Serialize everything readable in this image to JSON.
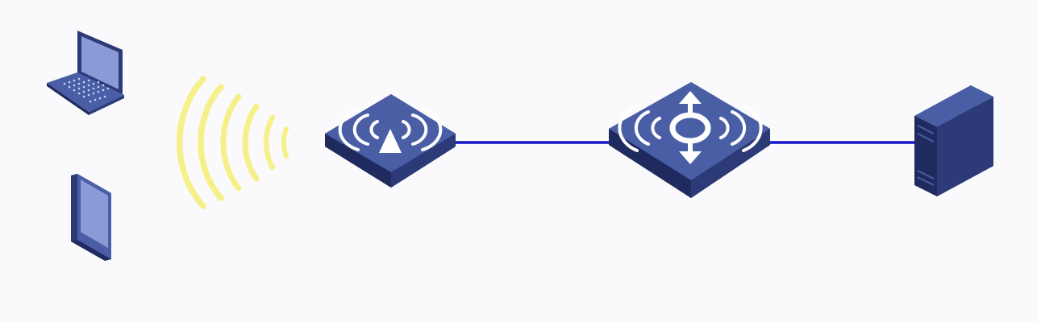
{
  "diagram": {
    "nodes": [
      {
        "id": "laptop",
        "icon": "laptop-icon"
      },
      {
        "id": "tablet",
        "icon": "tablet-icon"
      },
      {
        "id": "access-point",
        "icon": "wireless-access-point-icon"
      },
      {
        "id": "access-controller",
        "icon": "wireless-controller-icon"
      },
      {
        "id": "server",
        "icon": "server-icon"
      }
    ],
    "links": [
      {
        "from": "access-point",
        "to": "access-controller",
        "type": "wired"
      },
      {
        "from": "access-controller",
        "to": "server",
        "type": "wired"
      }
    ],
    "wireless_link": {
      "from": "access-point",
      "to": [
        "laptop",
        "tablet"
      ]
    },
    "colors": {
      "device_top": "#4a5ea6",
      "device_side": "#2c3a78",
      "device_dark": "#1f2a5e",
      "screen": "#8a9ad6",
      "link": "#1515c8",
      "signal": "#f6f08a",
      "symbol": "#ffffff",
      "background": "#fafafc"
    }
  }
}
